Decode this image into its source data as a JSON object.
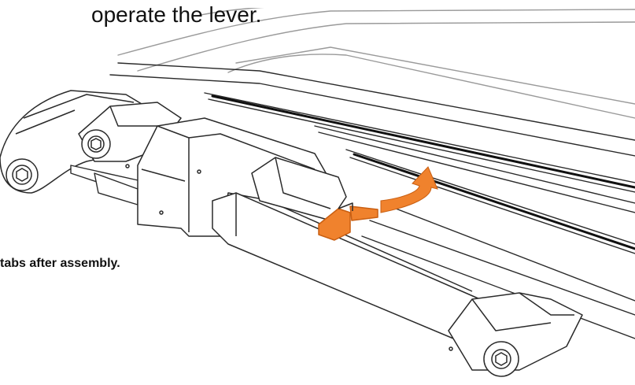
{
  "instruction": {
    "text": "operate the lever."
  },
  "callout": {
    "text": "tabs after assembly."
  },
  "colors": {
    "line": "#2a2a2a",
    "light_line": "#9a9a9a",
    "accent": "#f0822d",
    "accent_dark": "#c95f12",
    "background": "#ffffff"
  },
  "icons": {
    "arrow": "curved-arrow-up",
    "lever": "folding-lever-tab"
  }
}
